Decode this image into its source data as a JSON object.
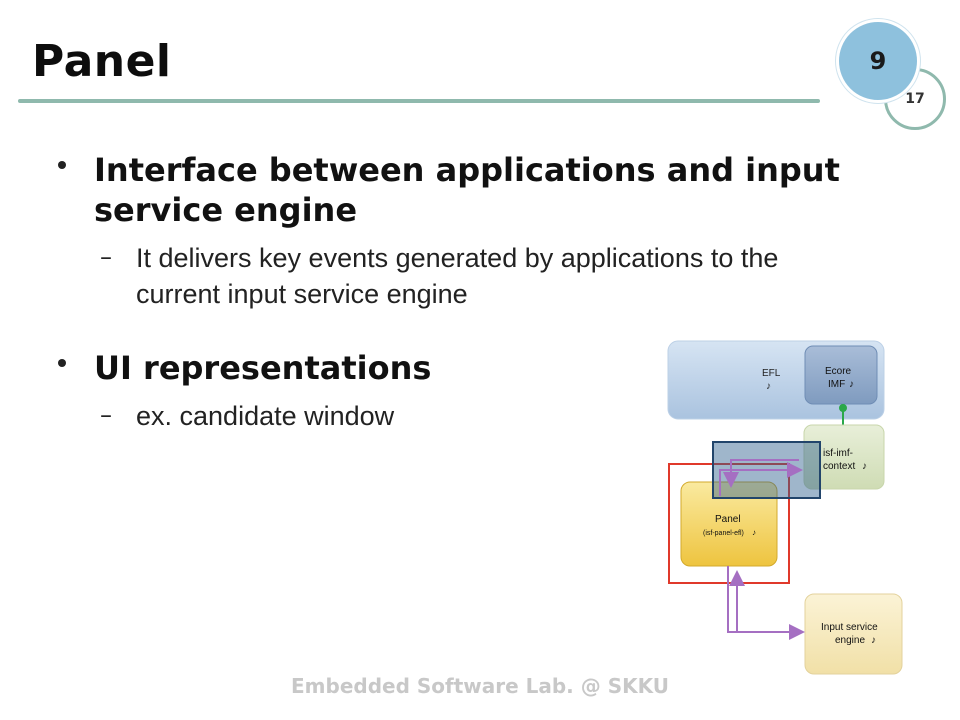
{
  "slide": {
    "title": "Panel",
    "page_number": "9",
    "total_pages": "17",
    "footer": "Embedded Software Lab. @ SKKU"
  },
  "bullets": [
    {
      "text": "Interface between applications and input service engine",
      "line1": "Interface between applications and input",
      "line2": "service engine",
      "sub": {
        "text": "It delivers key events generated by applications to the current input service engine",
        "line1": "It delivers key events generated by applications to the",
        "line2": "current input service engine"
      }
    },
    {
      "text": "UI representations",
      "sub": {
        "text": "ex. candidate window"
      }
    }
  ],
  "diagram": {
    "efl_label": "EFL",
    "ecore_label_1": "Ecore",
    "ecore_label_2": "IMF",
    "isf_label_1": "isf-imf-",
    "isf_label_2": "context",
    "panel_label_1": "Panel",
    "panel_label_2": "(isf-panel-efl)",
    "engine_label_1": "Input service",
    "engine_label_2": "engine",
    "music_glyph": "♪",
    "colors": {
      "efl_fill": "#b9d0e8",
      "ecore_fill": "#8aa5c7",
      "isf_fill": "#d9e6c2",
      "panel_fill": "#f2d25a",
      "engine_fill": "#f6e8b8",
      "highlight_red": "#e0392b",
      "highlight_blue": "#2b5d8c",
      "arrow_purple": "#a56fc2",
      "connector_green": "#2aa84a"
    }
  }
}
